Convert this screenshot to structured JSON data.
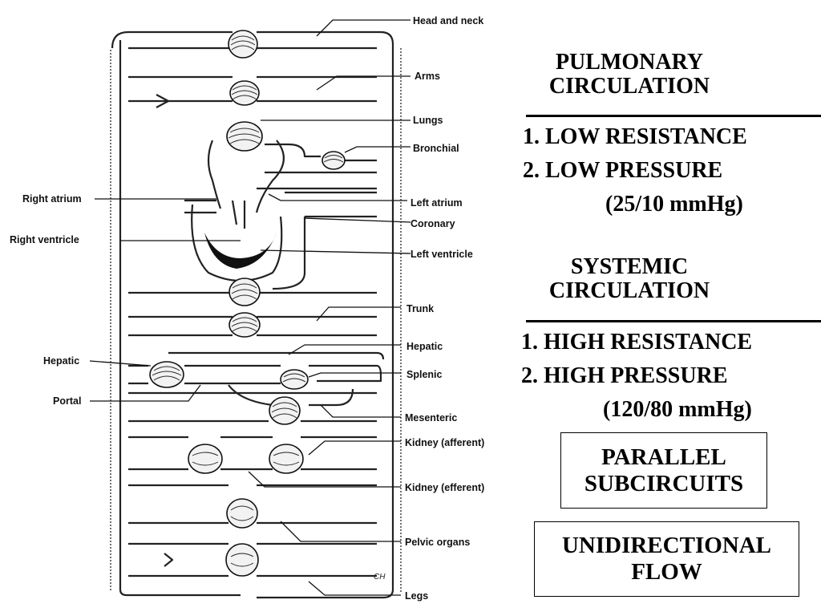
{
  "diagram": {
    "labels": {
      "head_neck": "Head and neck",
      "arms": "Arms",
      "lungs": "Lungs",
      "bronchial": "Bronchial",
      "right_atrium": "Right atrium",
      "left_atrium": "Left atrium",
      "coronary": "Coronary",
      "right_ventricle": "Right ventricle",
      "left_ventricle": "Left ventricle",
      "trunk": "Trunk",
      "hepatic_right": "Hepatic",
      "hepatic_left": "Hepatic",
      "splenic": "Splenic",
      "portal": "Portal",
      "mesenteric": "Mesenteric",
      "kidney_afferent": "Kidney (afferent)",
      "kidney_efferent": "Kidney (efferent)",
      "pelvic_organs": "Pelvic organs",
      "legs": "Legs"
    },
    "signature": "CH"
  },
  "pulmonary": {
    "heading_line1": "PULMONARY",
    "heading_line2": "CIRCULATION",
    "item1": "1.  LOW  RESISTANCE",
    "item2": "2.  LOW  PRESSURE",
    "pressure": "(25/10 mmHg)"
  },
  "systemic": {
    "heading_line1": "SYSTEMIC",
    "heading_line2": "CIRCULATION",
    "item1": "1.  HIGH  RESISTANCE",
    "item2": "2.  HIGH  PRESSURE",
    "pressure": "(120/80 mmHg)"
  },
  "boxes": {
    "parallel_line1": "PARALLEL",
    "parallel_line2": "SUBCIRCUITS",
    "unidirectional_line1": "UNIDIRECTIONAL",
    "unidirectional_line2": "FLOW"
  }
}
